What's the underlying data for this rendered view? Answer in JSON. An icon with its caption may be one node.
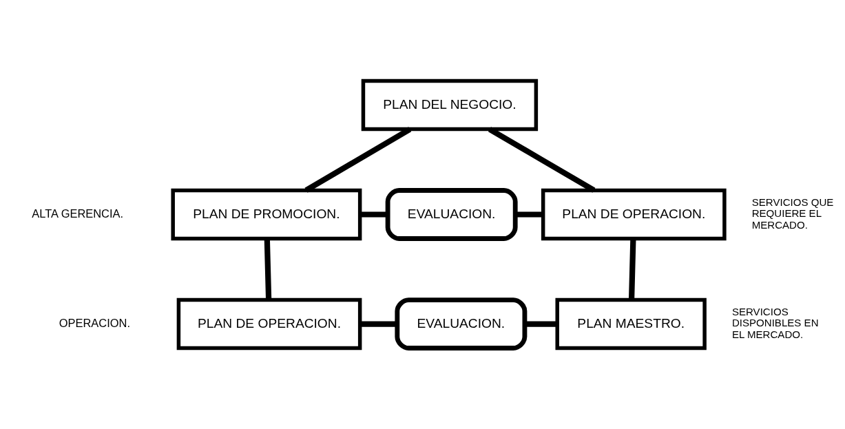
{
  "diagram": {
    "nodes": [
      {
        "text": [
          "PLAN DEL NEGOCIO."
        ]
      },
      {
        "text": [
          "PLAN DE PROMOCION."
        ]
      },
      {
        "text": [
          "EVALUACION."
        ]
      },
      {
        "text": [
          "PLAN DE OPERACION."
        ],
        "beside": [
          "SERVICIOS QUE REQUIERE EL MERCADO."
        ]
      },
      {
        "text": [
          "PLAN DE OPERACION."
        ]
      },
      {
        "text": [
          "EVALUACION."
        ]
      },
      {
        "text": [
          "PLAN MAESTRO."
        ],
        "beside": [
          "SERVICIOS DISPONIBLES EN EL MERCADO."
        ]
      }
    ],
    "edges": [
      {
        "from": 0,
        "to": 1,
        "arrow": "none"
      },
      {
        "from": 0,
        "to": 3,
        "arrow": "none"
      },
      {
        "from": 1,
        "to": 2,
        "arrow": "none"
      },
      {
        "from": 2,
        "to": 3,
        "arrow": "none"
      },
      {
        "from": 1,
        "to": 4,
        "arrow": "none"
      },
      {
        "from": 3,
        "to": 6,
        "arrow": "none"
      },
      {
        "from": 4,
        "to": 5,
        "arrow": "none"
      },
      {
        "from": 5,
        "to": 6,
        "arrow": "none"
      }
    ],
    "labels": [
      "ALTA GERENCIA.",
      "OPERACION."
    ]
  }
}
